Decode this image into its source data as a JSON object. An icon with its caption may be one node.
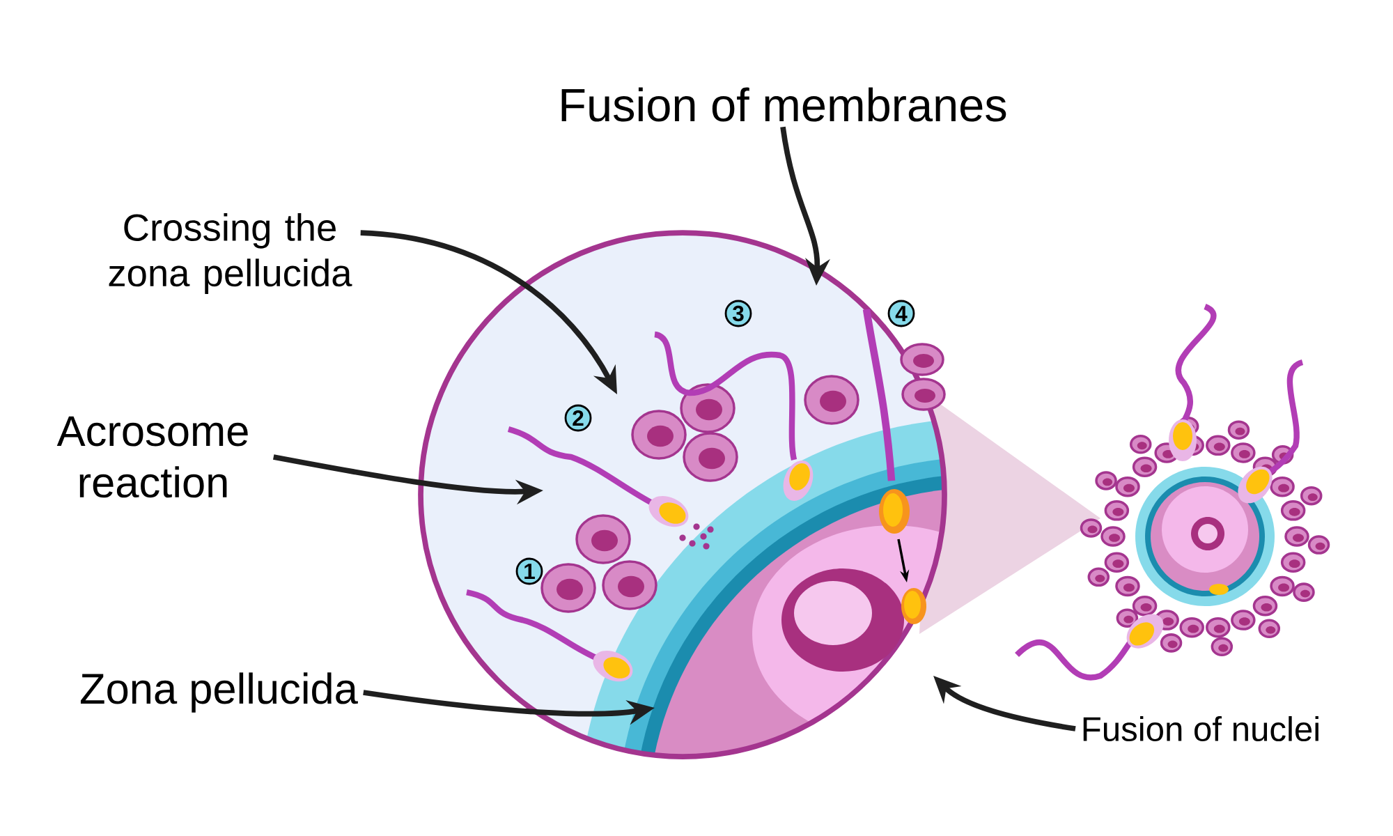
{
  "diagram": {
    "nodes": [
      {
        "text": [
          "Fusion of membranes"
        ]
      },
      {
        "text": [
          "Crossing the zona pellucida"
        ]
      },
      {
        "text": [
          "Acrosome reaction"
        ]
      },
      {
        "text": [
          "Zona pellucida"
        ]
      },
      {
        "text": [
          "Fusion of nuclei"
        ]
      }
    ],
    "edges": [
      {
        "from": 0,
        "to": null,
        "arrow": "to"
      },
      {
        "from": 1,
        "to": null,
        "arrow": "to"
      },
      {
        "from": 2,
        "to": null,
        "arrow": "to"
      },
      {
        "from": 3,
        "to": null,
        "arrow": "to"
      },
      {
        "from": 4,
        "to": null,
        "arrow": "to"
      }
    ],
    "labels": [
      "3",
      "4",
      "2",
      "1"
    ]
  }
}
